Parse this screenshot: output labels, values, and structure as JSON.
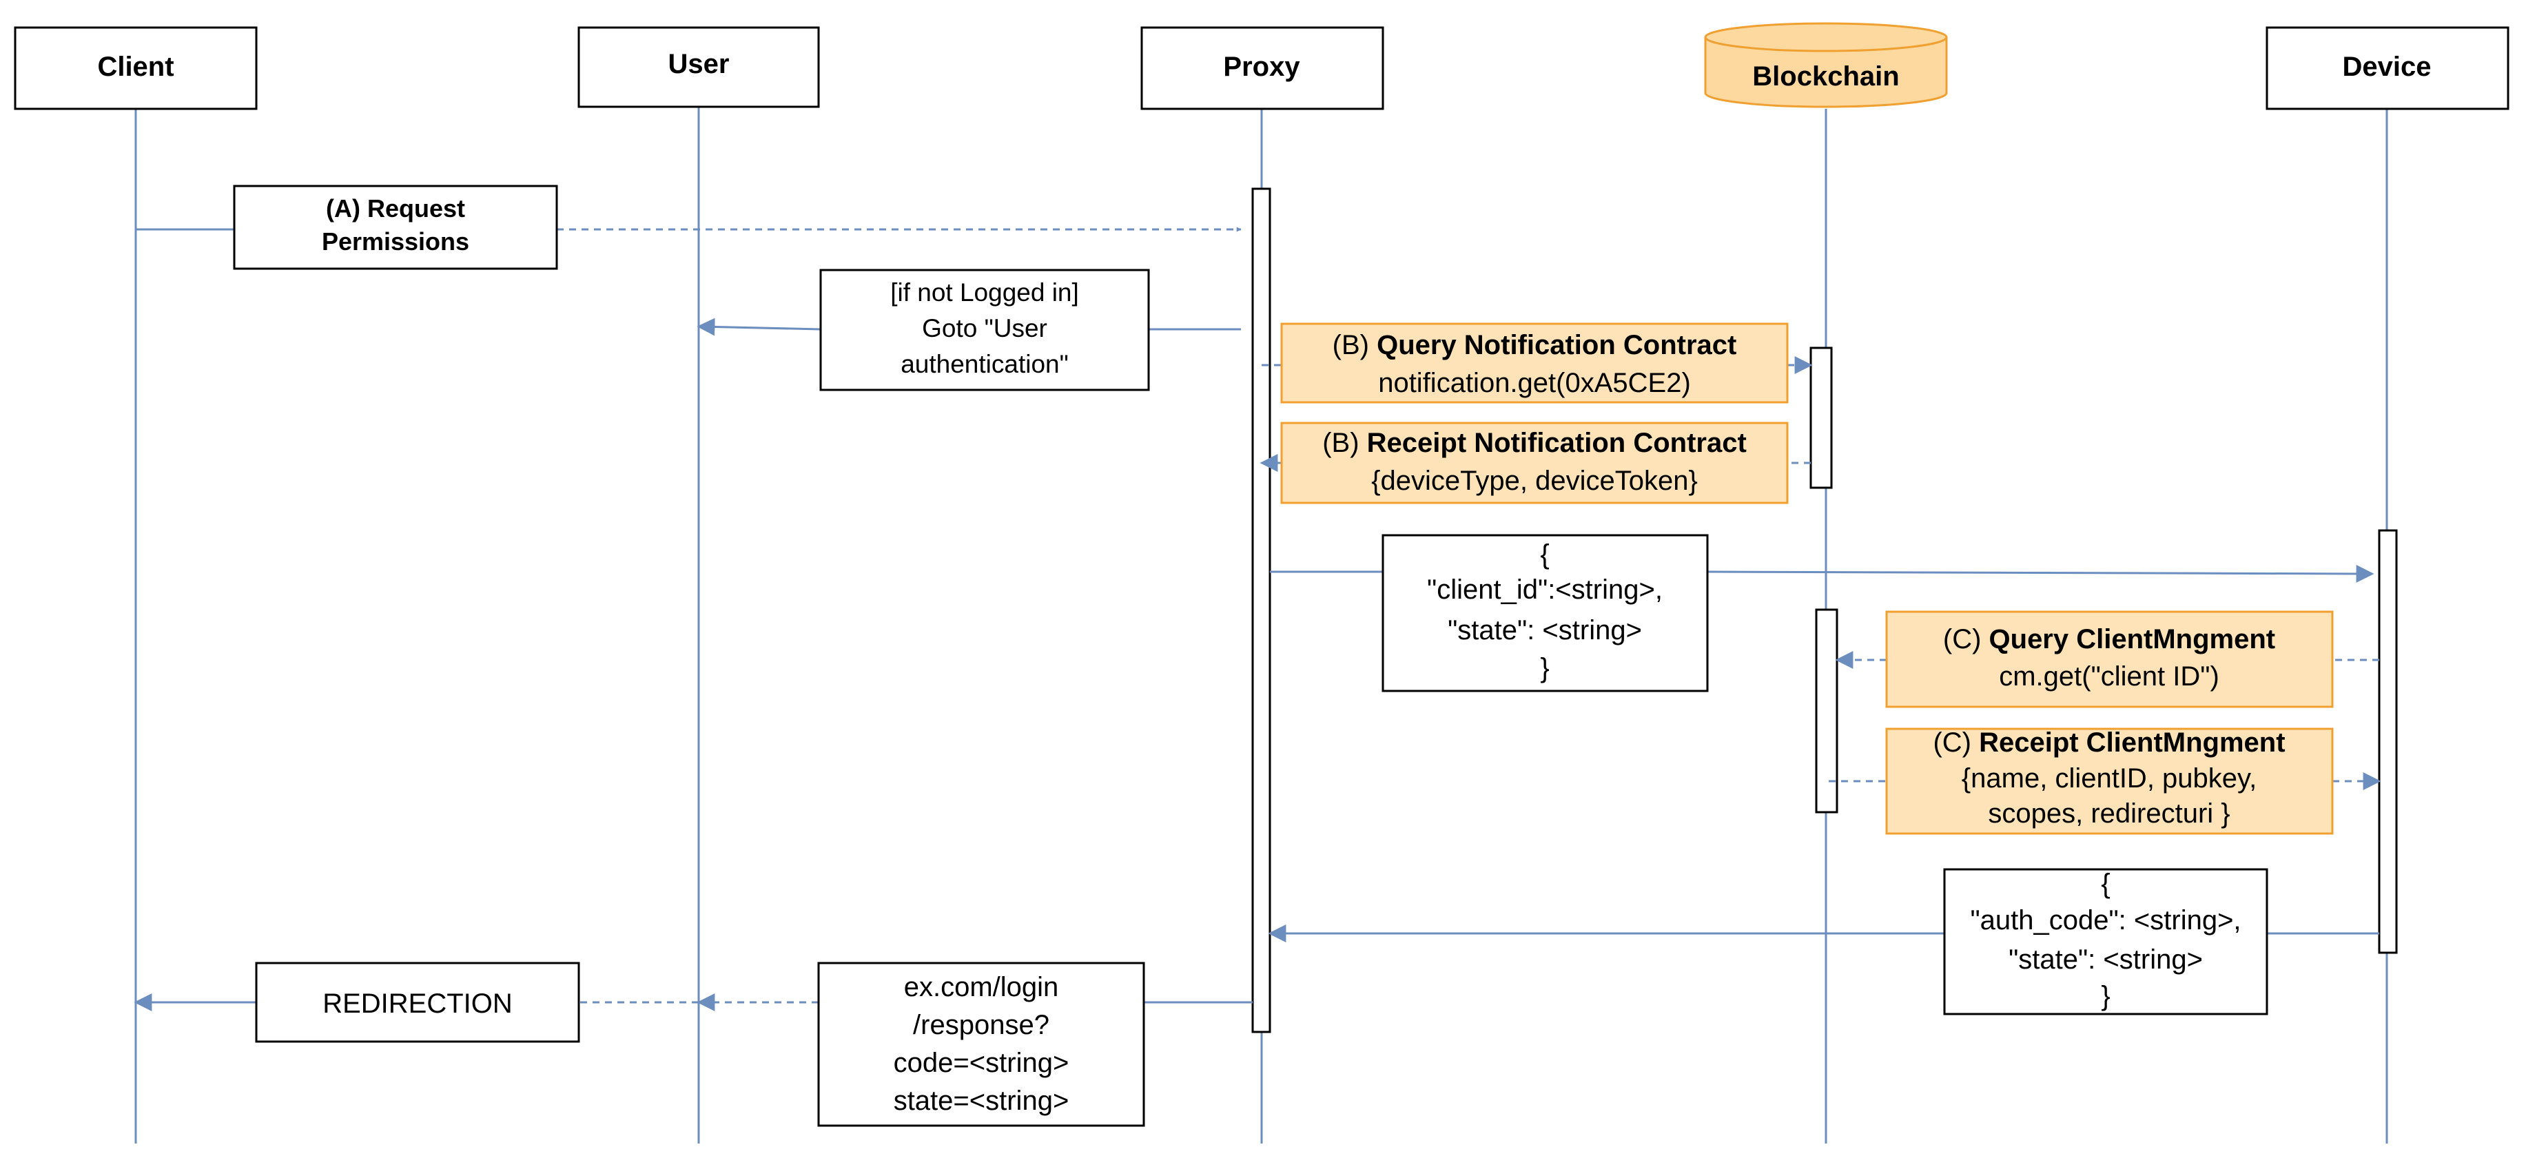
{
  "colors": {
    "line": "#6c8ebf",
    "box_border": "#000000",
    "highlight_fill": "#fde3b7",
    "highlight_border": "#f0a030",
    "db_fill": "#fdd9a0"
  },
  "participants": {
    "client": "Client",
    "user": "User",
    "proxy": "Proxy",
    "blockchain": "Blockchain",
    "device": "Device"
  },
  "messages": {
    "request_permissions": [
      "(A) Request",
      "Permissions"
    ],
    "if_not_logged": [
      "[if not Logged in]",
      "Goto \"User",
      "authentication\""
    ],
    "query_notification": {
      "prefix": "(B) ",
      "bold": "Query Notification Contract",
      "detail": "notification.get(0xA5CE2)"
    },
    "receipt_notification": {
      "prefix": "(B) ",
      "bold": "Receipt Notification Contract",
      "detail": "{deviceType, deviceToken}"
    },
    "client_state": [
      "{",
      "\"client_id\":<string>,",
      "\"state\": <string>",
      "}"
    ],
    "query_clientmng": {
      "prefix": "(C) ",
      "bold": "Query ClientMngment",
      "detail": "cm.get(\"client ID\")"
    },
    "receipt_clientmng": {
      "prefix": "(C) ",
      "bold": "Receipt ClientMngment",
      "detail": [
        "{name, clientID, pubkey,",
        "scopes, redirecturi }"
      ]
    },
    "auth_code": [
      "{",
      "\"auth_code\": <string>,",
      "\"state\": <string>",
      "}"
    ],
    "redirection": "REDIRECTION",
    "login_response": [
      "ex.com/login",
      "/response?",
      "code=<string>",
      "state=<string>"
    ]
  }
}
